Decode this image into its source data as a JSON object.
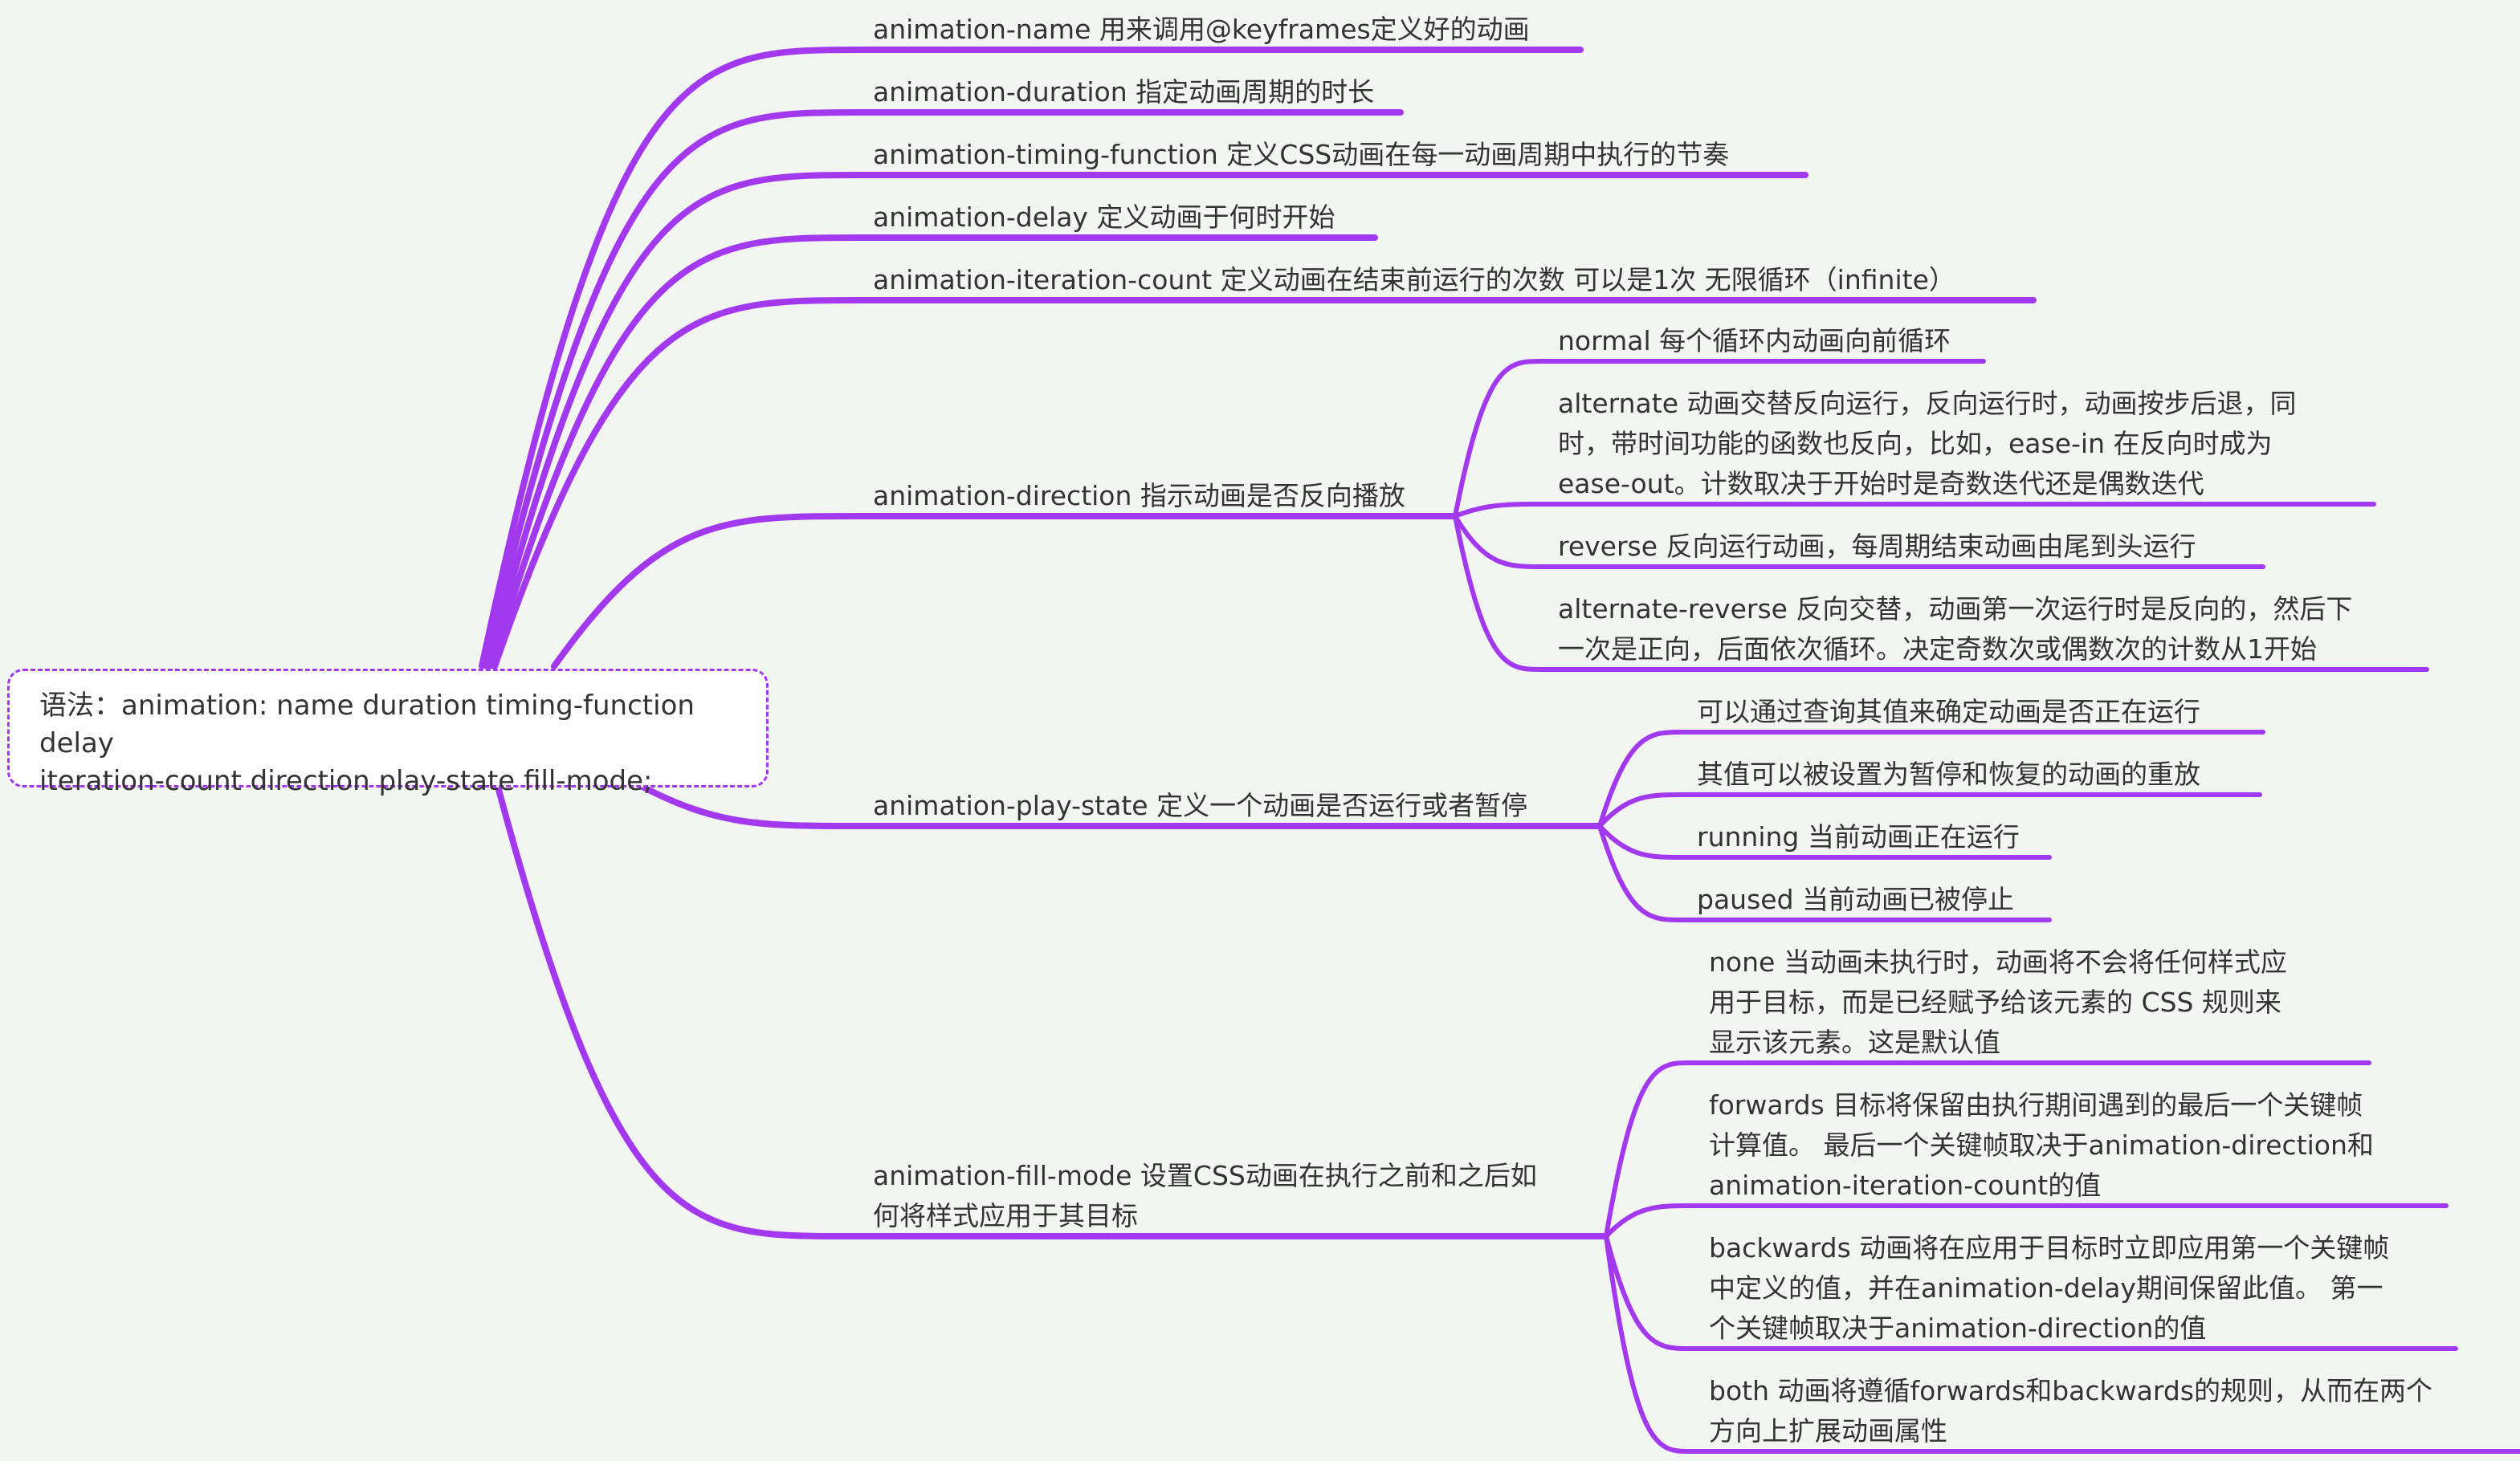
{
  "accent": "#a239ef",
  "root": {
    "label": "语法：animation: name duration timing-function delay\niteration-count direction play-state fill-mode;"
  },
  "nodes": {
    "name": {
      "label": "animation-name 用来调用@keyframes定义好的动画"
    },
    "duration": {
      "label": "animation-duration 指定动画周期的时长"
    },
    "timing": {
      "label": "animation-timing-function 定义CSS动画在每一动画周期中执行的节奏"
    },
    "delay": {
      "label": "animation-delay 定义动画于何时开始"
    },
    "iteration": {
      "label": "animation-iteration-count 定义动画在结束前运行的次数 可以是1次 无限循环（infinite）"
    },
    "direction": {
      "label": "animation-direction 指示动画是否反向播放",
      "children": [
        "normal 每个循环内动画向前循环",
        "alternate 动画交替反向运行，反向运行时，动画按步后退，同\n时，带时间功能的函数也反向，比如，ease-in 在反向时成为\nease-out。计数取决于开始时是奇数迭代还是偶数迭代",
        "reverse 反向运行动画，每周期结束动画由尾到头运行",
        "alternate-reverse 反向交替，动画第一次运行时是反向的，然后下\n一次是正向，后面依次循环。决定奇数次或偶数次的计数从1开始"
      ]
    },
    "playstate": {
      "label": "animation-play-state 定义一个动画是否运行或者暂停",
      "children": [
        "可以通过查询其值来确定动画是否正在运行",
        "其值可以被设置为暂停和恢复的动画的重放",
        "running 当前动画正在运行",
        "paused 当前动画已被停止"
      ]
    },
    "fillmode": {
      "label": "animation-fill-mode 设置CSS动画在执行之前和之后如\n何将样式应用于其目标",
      "children": [
        "none 当动画未执行时，动画将不会将任何样式应\n用于目标，而是已经赋予给该元素的 CSS 规则来\n显示该元素。这是默认值",
        "forwards 目标将保留由执行期间遇到的最后一个关键帧\n计算值。 最后一个关键帧取决于animation-direction和\nanimation-iteration-count的值",
        "backwards 动画将在应用于目标时立即应用第一个关键帧\n中定义的值，并在animation-delay期间保留此值。 第一\n个关键帧取决于animation-direction的值",
        "both 动画将遵循forwards和backwards的规则，从而在两个\n方向上扩展动画属性"
      ]
    }
  }
}
